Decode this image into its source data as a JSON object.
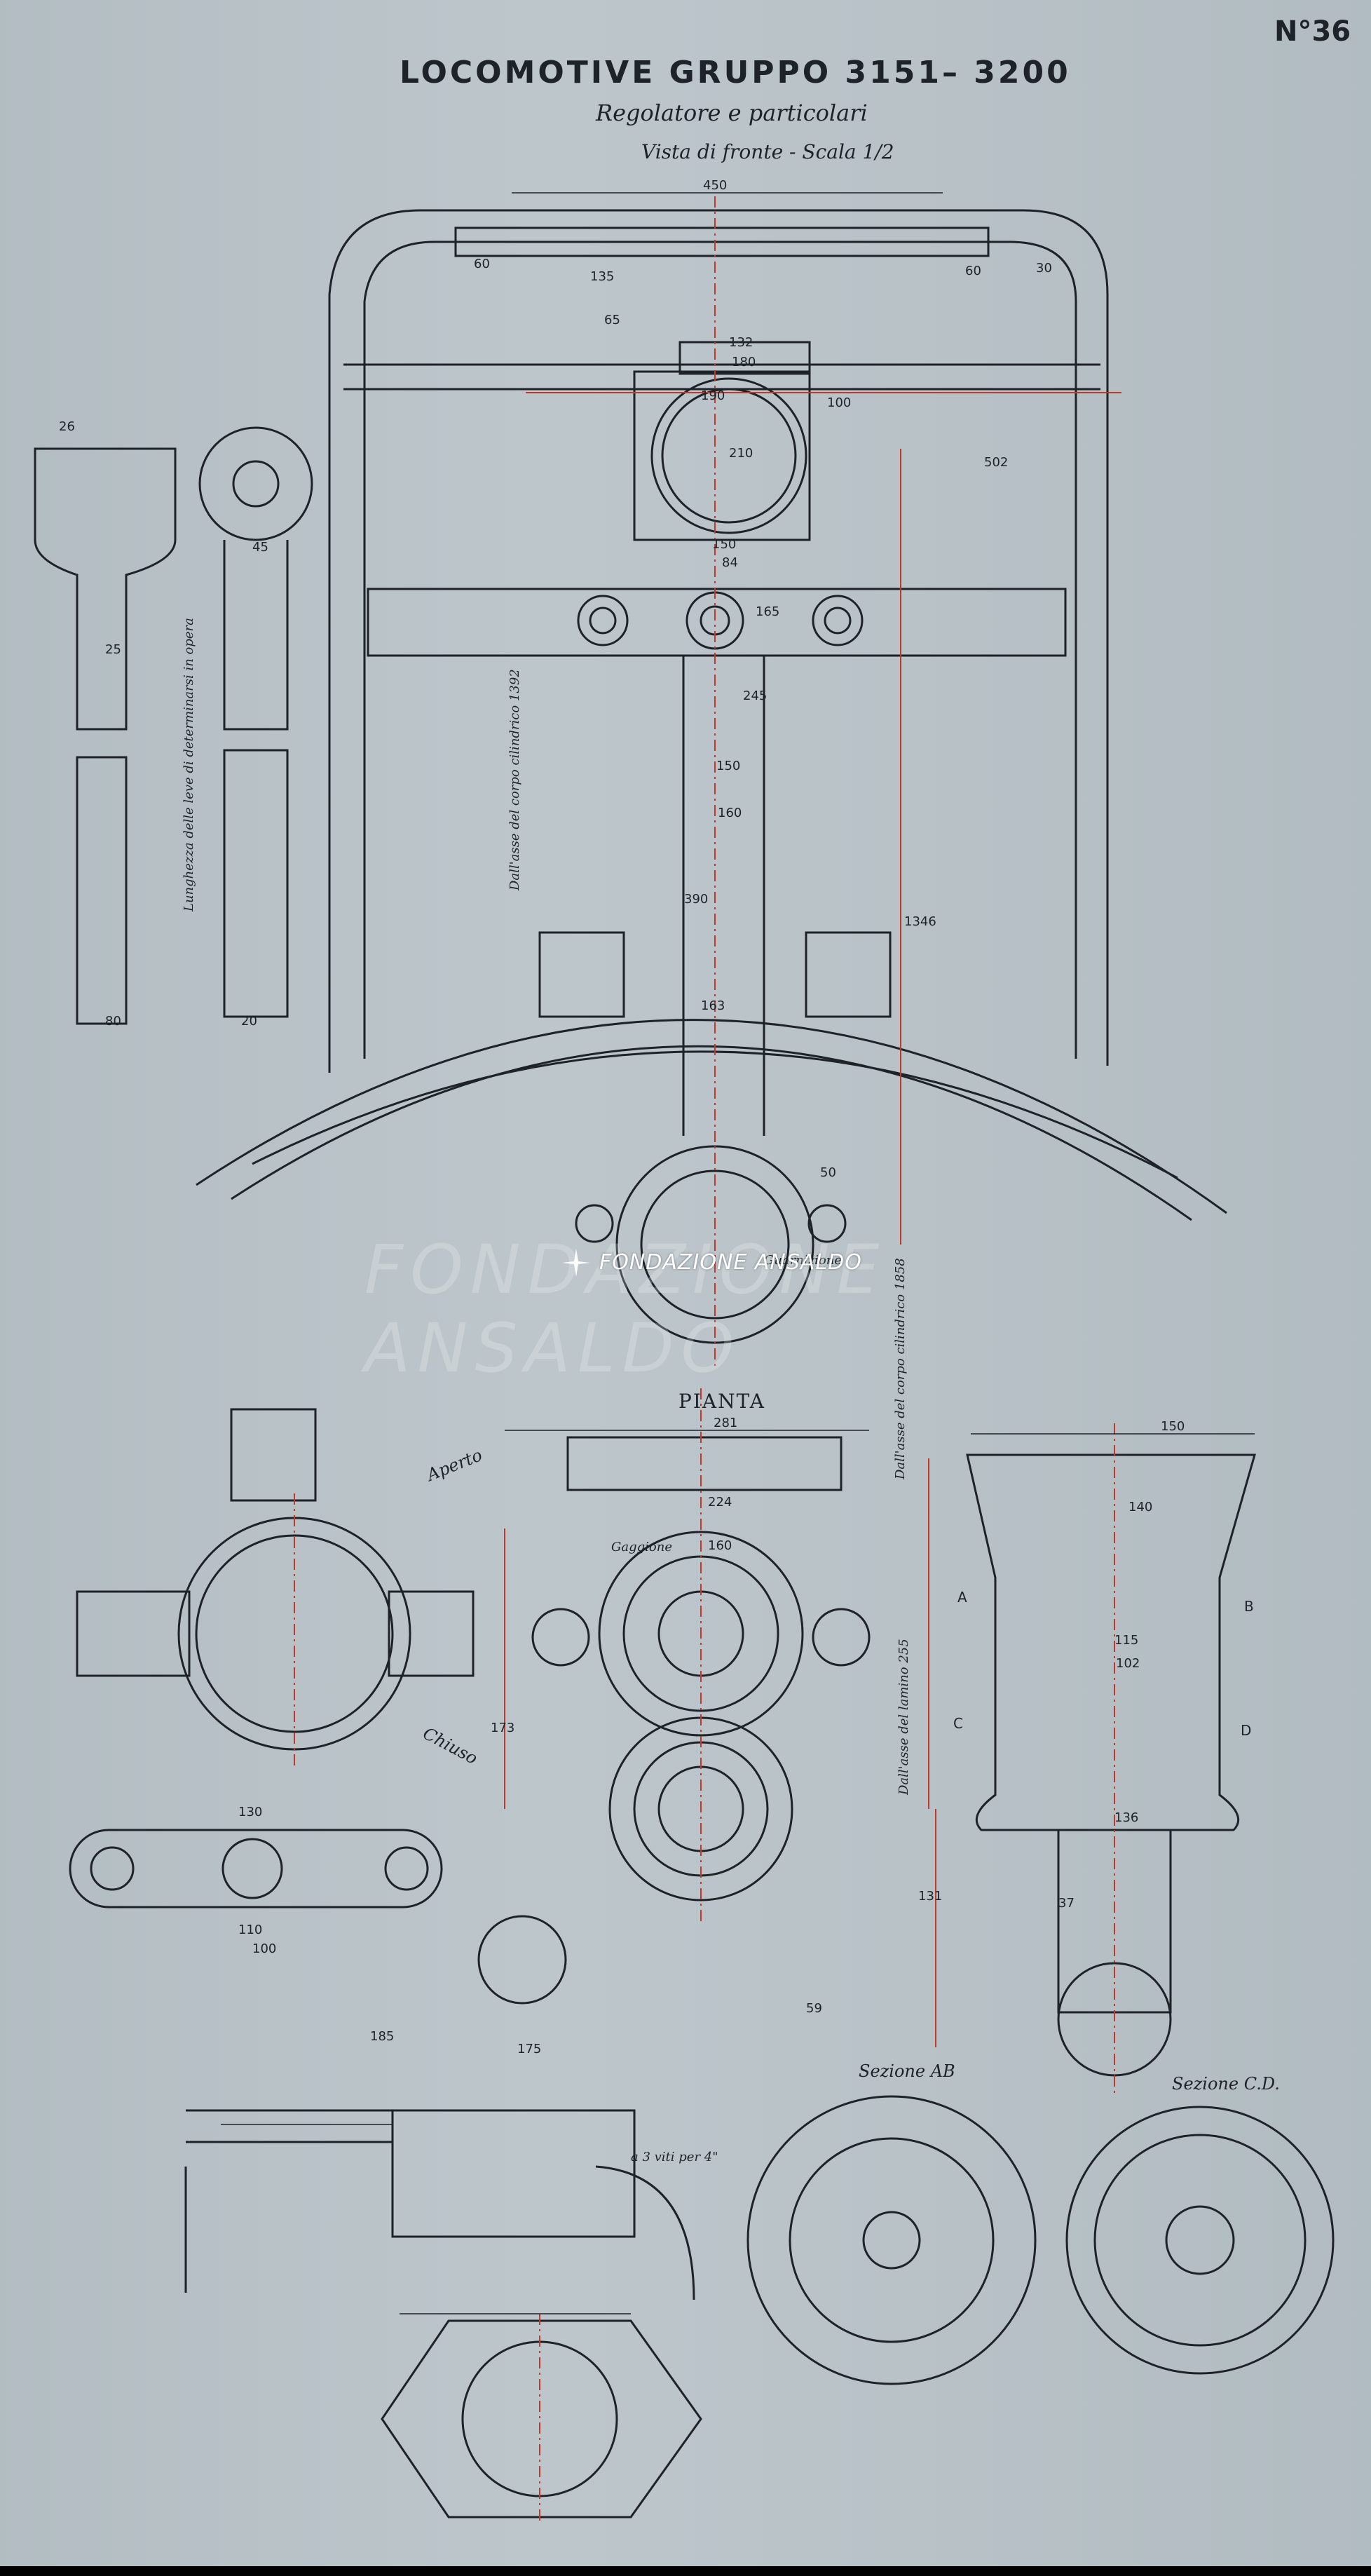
{
  "header": {
    "plate_number": "N°36",
    "title": "LOCOMOTIVE   GRUPPO   3151–  3200",
    "subtitle": "Regolatore e particolari",
    "view_label": "Vista di fronte  - Scala 1/2"
  },
  "views": {
    "plan_label": "PIANTA",
    "open_label": "Aperto",
    "closed_label": "Chiuso",
    "section_ab": "Sezione AB",
    "section_cd": "Sezione C.D."
  },
  "watermark": {
    "text": "FONDAZIONE ANSALDO",
    "logo_text": "FONDAZIONE ANSALDO"
  },
  "dimensions": {
    "d450": "450",
    "d60a": "60",
    "d60b": "60",
    "d30": "30",
    "d135": "135",
    "d65": "65",
    "d132": "132",
    "d180": "180",
    "d190": "190",
    "d210": "210",
    "d100": "100",
    "d150a": "150",
    "d84": "84",
    "d165": "165",
    "d245": "245",
    "d150b": "150",
    "d160a": "160",
    "d390": "390",
    "d163": "163",
    "d50": "50",
    "d502": "502",
    "d281": "281",
    "d224": "224",
    "d160b": "160",
    "d150c": "150",
    "d140": "140",
    "d115": "115",
    "d102": "102",
    "d136": "136",
    "d130": "130",
    "d110": "110",
    "d100b": "100",
    "d185": "185",
    "d175": "175",
    "d131": "131",
    "d173": "173",
    "d1346": "1346",
    "d25": "25",
    "d20": "20",
    "d80": "80",
    "d45": "45",
    "d26": "26",
    "d59": "59",
    "d37": "37"
  },
  "annotations": {
    "vertical_1": "Dall'asse del corpo cilindrico  1392",
    "vertical_2": "Dall'asse del corpo cilindrico  1858",
    "vertical_3": "Dall'asse del lamino  255",
    "vertical_4": "Lunghezza delle leve di determinarsi in opera",
    "guarnizione": "Guarnizione",
    "gaggione": "Gaggione",
    "a_vite": "a 3 viti per 4\""
  },
  "section_marks": {
    "a": "A",
    "b": "B",
    "c": "C",
    "d": "D"
  },
  "colors": {
    "paper": "#b9c3c8",
    "ink": "#1d2328",
    "red_axis": "#c0392b"
  }
}
